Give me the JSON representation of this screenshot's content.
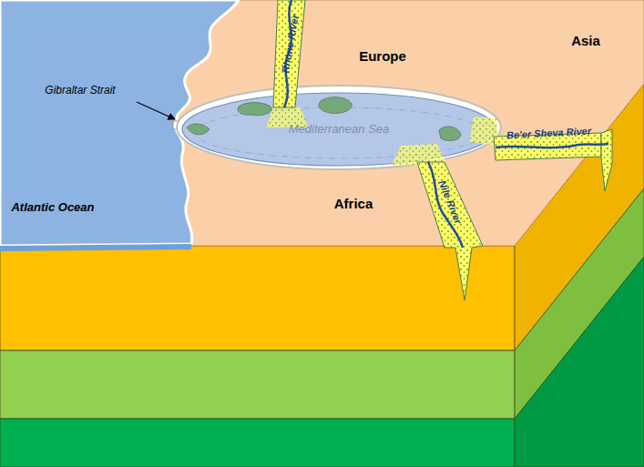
{
  "diagram": {
    "labels": [
      "Rhone River",
      "Europe",
      "Asia",
      "Gibraltar Strait",
      "Mediterranean Sea",
      "Be'er Sheva River",
      "Nile River",
      "Africa",
      "Atlantic Ocean"
    ]
  }
}
